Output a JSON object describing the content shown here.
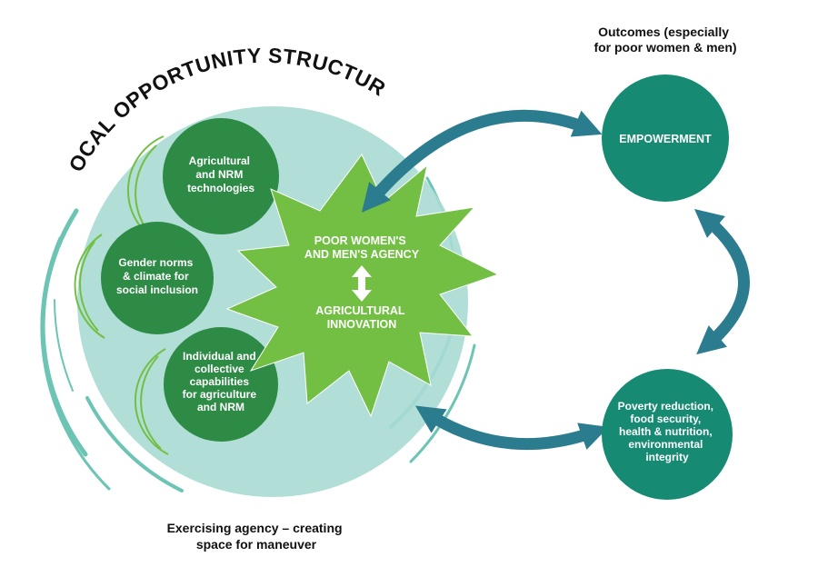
{
  "diagram": {
    "title_arc": "LOCAL OPPORTUNITY STRUCTURE",
    "bottom_caption": [
      "Exercising agency – creating",
      "space for maneuver"
    ],
    "outcomes_header": [
      "Outcomes (especially",
      "for poor women & men)"
    ],
    "inner_circles": [
      {
        "lines": [
          "Agricultural",
          "and NRM",
          "technologies"
        ]
      },
      {
        "lines": [
          "Gender norms",
          "& climate for",
          "social inclusion"
        ]
      },
      {
        "lines": [
          "Individual and",
          "collective",
          "capabilities",
          "for agriculture",
          "and NRM"
        ]
      }
    ],
    "star": {
      "top_lines": [
        "POOR WOMEN'S",
        "AND MEN'S AGENCY"
      ],
      "bottom_lines": [
        "AGRICULTURAL",
        "INNOVATION"
      ]
    },
    "outcome_circles": [
      {
        "lines": [
          "EMPOWERMENT"
        ]
      },
      {
        "lines": [
          "Poverty reduction,",
          "food security,",
          "health & nutrition,",
          "environmental",
          "integrity"
        ]
      }
    ],
    "colors": {
      "big_circle": "#a9dcd4",
      "ring": "#6cc4b4",
      "inner_circle": "#2e8b46",
      "star": "#72bf44",
      "outcome_circle": "#168a72",
      "arrow": "#2b7c8f"
    }
  }
}
